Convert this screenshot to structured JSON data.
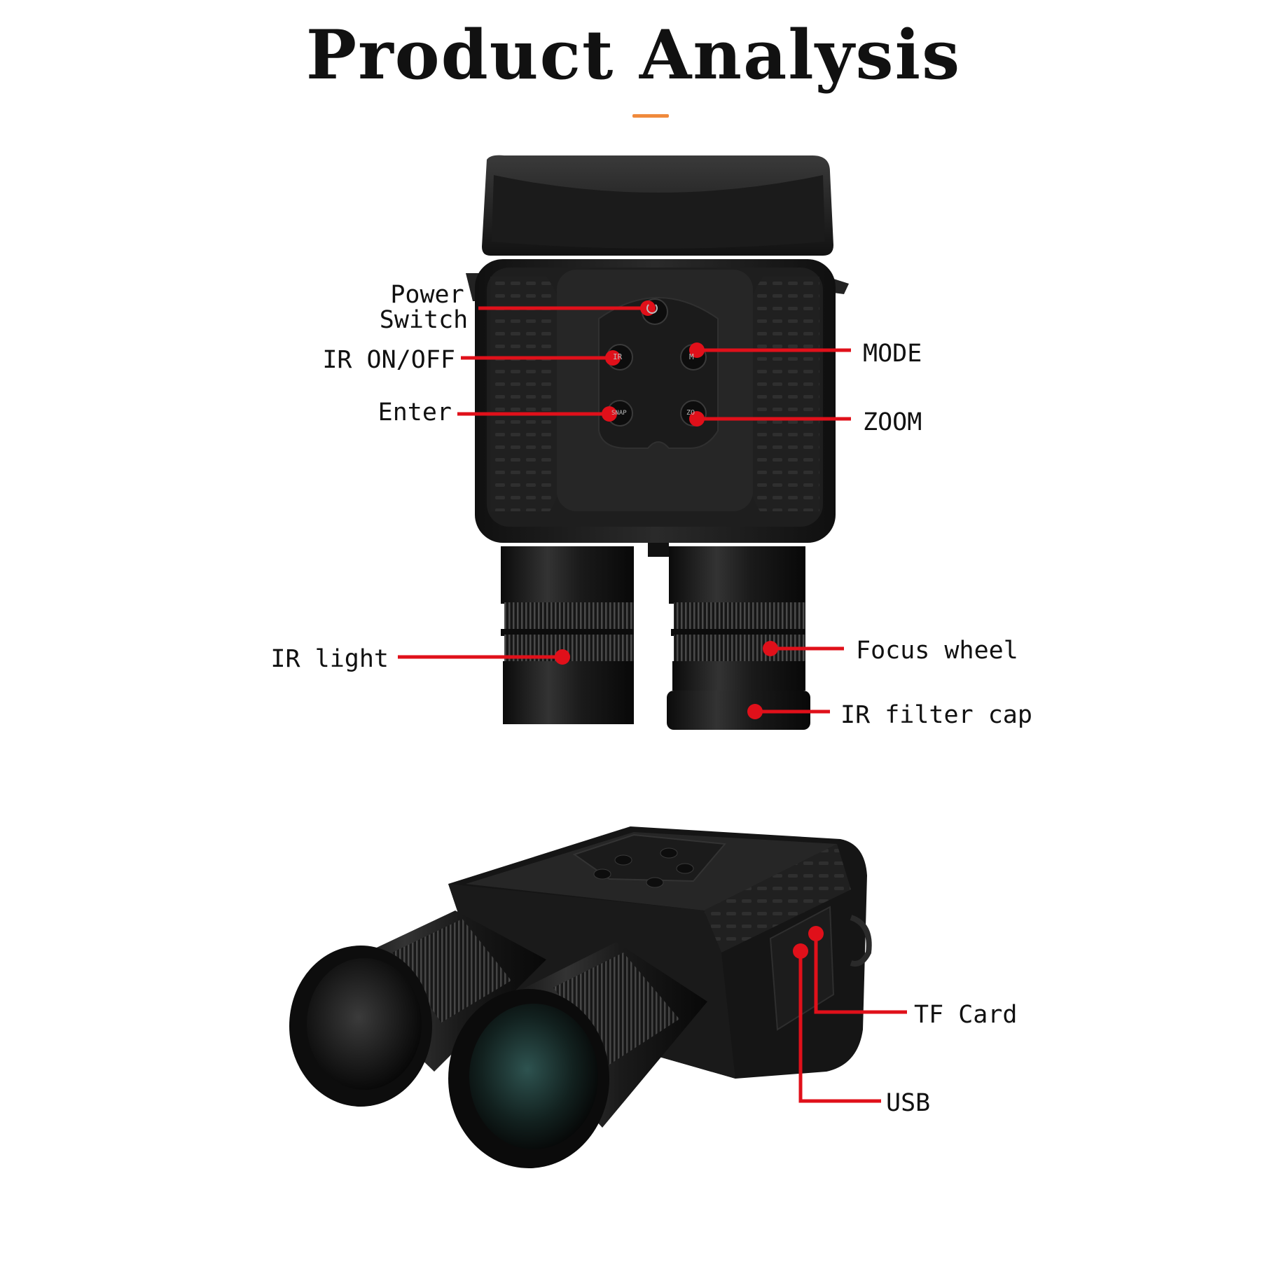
{
  "page": {
    "title": "Product Analysis"
  },
  "colors": {
    "accent": "#f08a3c",
    "callout": "#e0101a",
    "body": "#1c1c1c",
    "body_dark": "#0e0e0e",
    "body_mid": "#2b2b2b",
    "rubber": "#242424"
  },
  "top_view": {
    "labels": {
      "power_line1": "Power",
      "power_line2": "Switch",
      "ir_on_off": "IR ON/OFF",
      "enter": "Enter",
      "mode": "MODE",
      "zoom": "ZOOM",
      "ir_light": "IR light",
      "focus_wheel": "Focus wheel",
      "ir_filter_cap": "IR filter cap"
    },
    "button_glyphs": {
      "ir": "IR",
      "snap": "SNAP",
      "mode": "M",
      "zoom": "ZO"
    },
    "icons": [
      "power-icon"
    ]
  },
  "bottom_view": {
    "labels": {
      "tf_card": "TF Card",
      "usb": "USB"
    }
  }
}
